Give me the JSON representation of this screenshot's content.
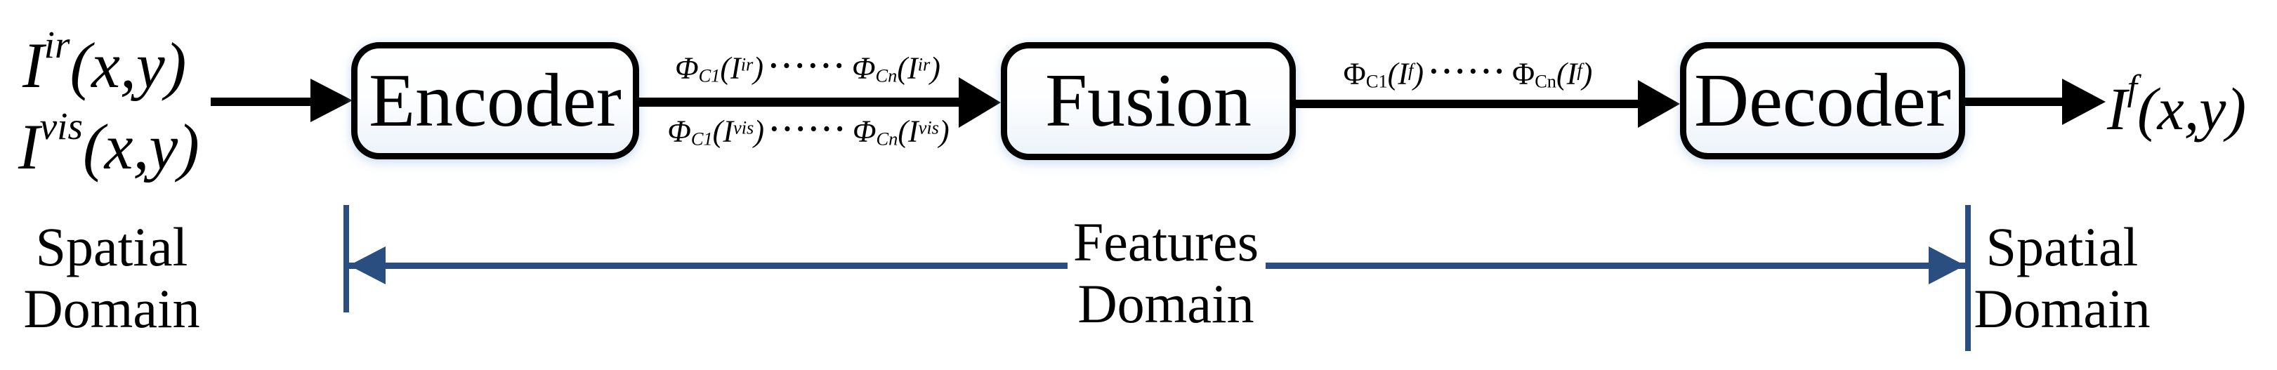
{
  "colors": {
    "accent_blue": "#2A4E80",
    "ink": "#000000"
  },
  "inputs": {
    "infrared": [
      {
        "t": "I",
        "s": "i"
      },
      {
        "t": "ir",
        "s": "supi"
      },
      {
        "t": "(x,y)",
        "s": "i"
      }
    ],
    "visible": [
      {
        "t": "I",
        "s": "i"
      },
      {
        "t": "vis",
        "s": "supi"
      },
      {
        "t": "(x,y)",
        "s": "i"
      }
    ]
  },
  "boxes": {
    "encoder": "Encoder",
    "fusion": "Fusion",
    "decoder": "Decoder"
  },
  "features": {
    "encoder_out_ir": [
      {
        "t": "Φ",
        "s": "i"
      },
      {
        "t": "C1",
        "s": "subi"
      },
      {
        "t": "(",
        "s": "i"
      },
      {
        "t": "I",
        "s": "i"
      },
      {
        "t": "ir",
        "s": "supi"
      },
      {
        "t": ")",
        "s": "i"
      },
      {
        "t": "······",
        "s": "dots"
      },
      {
        "t": "Φ",
        "s": "i"
      },
      {
        "t": "Cn",
        "s": "subi"
      },
      {
        "t": "(",
        "s": "i"
      },
      {
        "t": "I",
        "s": "i"
      },
      {
        "t": "ir",
        "s": "supi"
      },
      {
        "t": ")",
        "s": "i"
      }
    ],
    "encoder_out_vis": [
      {
        "t": "Φ",
        "s": "i"
      },
      {
        "t": "C1",
        "s": "subi"
      },
      {
        "t": "(",
        "s": "i"
      },
      {
        "t": "I",
        "s": "i"
      },
      {
        "t": "vis",
        "s": "supi"
      },
      {
        "t": ")",
        "s": "i"
      },
      {
        "t": "······",
        "s": "dots"
      },
      {
        "t": "Φ",
        "s": "i"
      },
      {
        "t": "Cn",
        "s": "subi"
      },
      {
        "t": "(",
        "s": "i"
      },
      {
        "t": "I",
        "s": "i"
      },
      {
        "t": "vis",
        "s": "supi"
      },
      {
        "t": ")",
        "s": "i"
      }
    ],
    "fused": [
      {
        "t": "Φ",
        "s": "u"
      },
      {
        "t": "C1",
        "s": "subu"
      },
      {
        "t": "(",
        "s": "i"
      },
      {
        "t": "I",
        "s": "i"
      },
      {
        "t": "f",
        "s": "supi"
      },
      {
        "t": ")",
        "s": "i"
      },
      {
        "t": "······",
        "s": "dots"
      },
      {
        "t": "Φ",
        "s": "u"
      },
      {
        "t": "Cn",
        "s": "subu"
      },
      {
        "t": "(",
        "s": "i"
      },
      {
        "t": "I",
        "s": "i"
      },
      {
        "t": "f",
        "s": "supi"
      },
      {
        "t": ")",
        "s": "i"
      }
    ]
  },
  "output": {
    "fused_image": [
      {
        "t": "I",
        "s": "i"
      },
      {
        "t": "f",
        "s": "supi"
      },
      {
        "t": "(x,y)",
        "s": "i"
      }
    ]
  },
  "domains": {
    "left": {
      "line1": "Spatial",
      "line2": "Domain"
    },
    "center": {
      "line1": "Features",
      "line2": "Domain"
    },
    "right": {
      "line1": "Spatial",
      "line2": "Domain"
    }
  }
}
